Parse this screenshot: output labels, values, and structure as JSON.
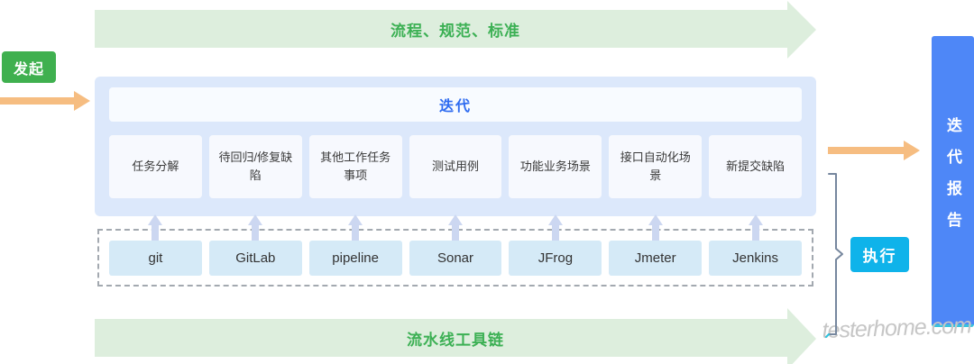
{
  "banners": {
    "top": {
      "label": "流程、规范、标准"
    },
    "bottom": {
      "label": "流水线工具链"
    }
  },
  "initiate": {
    "label": "发起"
  },
  "iteration": {
    "title": "迭代",
    "tasks": [
      "任务分解",
      "待回归/修复缺陷",
      "其他工作任务事项",
      "测试用例",
      "功能业务场景",
      "接口自动化场景",
      "新提交缺陷"
    ]
  },
  "tools": {
    "items": [
      "git",
      "GitLab",
      "pipeline",
      "Sonar",
      "JFrog",
      "Jmeter",
      "Jenkins"
    ]
  },
  "execute": {
    "label": "执行"
  },
  "report": {
    "label": "迭代报告"
  },
  "watermark": "testerhome.com",
  "colors": {
    "banner_bg": "#ddeedd",
    "banner_text": "#3cb054",
    "initiate_green": "#3fb04f",
    "container_bg": "#dce8fb",
    "panel_bg": "#f8fbff",
    "iteration_title_blue": "#2e6bf0",
    "task_box_bg": "#f7f9fe",
    "tool_box_bg": "#d5eaf7",
    "up_arrow": "#ccd7f1",
    "orange_arrow": "#f6bd81",
    "execute_cyan": "#0fb3ea",
    "report_blue": "#4e87f7",
    "report_accent_teal": "#39c3dc",
    "bracket_gray": "#76879e",
    "dashed_border": "#a3a9b0",
    "watermark_gray": "#c6c6c6"
  }
}
